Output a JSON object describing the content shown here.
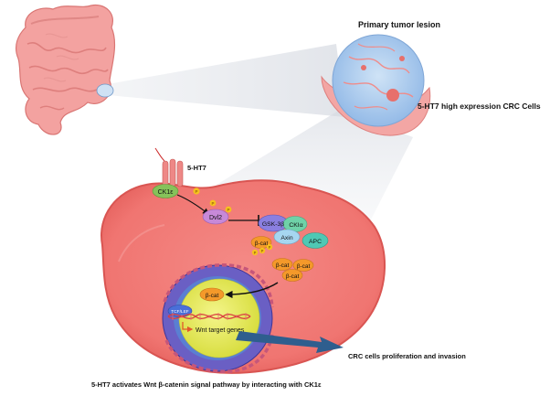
{
  "labels": {
    "primary_tumor": "Primary tumor lesion",
    "high_expression": "5-HT7 high expression CRC Cells",
    "receptor": "5-HT7",
    "ck1e": "CK1ε",
    "dvl2": "Dvl2",
    "gsk3b": "GSK-3β",
    "ck1a": "CKIα",
    "axin": "Axin",
    "apc": "APC",
    "bcat_cyto": "β-cat",
    "bcat_free_1": "β-cat",
    "bcat_free_2": "β-cat",
    "bcat_free_3": "β-cat",
    "bcat_nuclear": "β-cat",
    "tcf_lef": "TCF/LEF",
    "wnt_genes": "Wnt target genes",
    "phospho": "P",
    "outcome": "CRC cells proliferation and invasion",
    "caption": "5-HT7 activates Wnt β-catenin signal pathway by interacting with CK1ε"
  },
  "colors": {
    "cell_fill": "#f27b78",
    "cell_edge": "#e05a58",
    "intestine": "#f3a2a0",
    "nucleus_outer": "#5c4fb8",
    "nucleus_inner": "#e8ec62",
    "ck1e": "#86c25a",
    "dvl2": "#c789d8",
    "gsk3b": "#8a7fe0",
    "ck1a": "#6fd2a8",
    "axin": "#a6d6f0",
    "apc": "#4fc8b4",
    "bcat": "#f4992a",
    "phospho": "#f6c21e",
    "outcome_arrow": "#2e5e8e"
  }
}
